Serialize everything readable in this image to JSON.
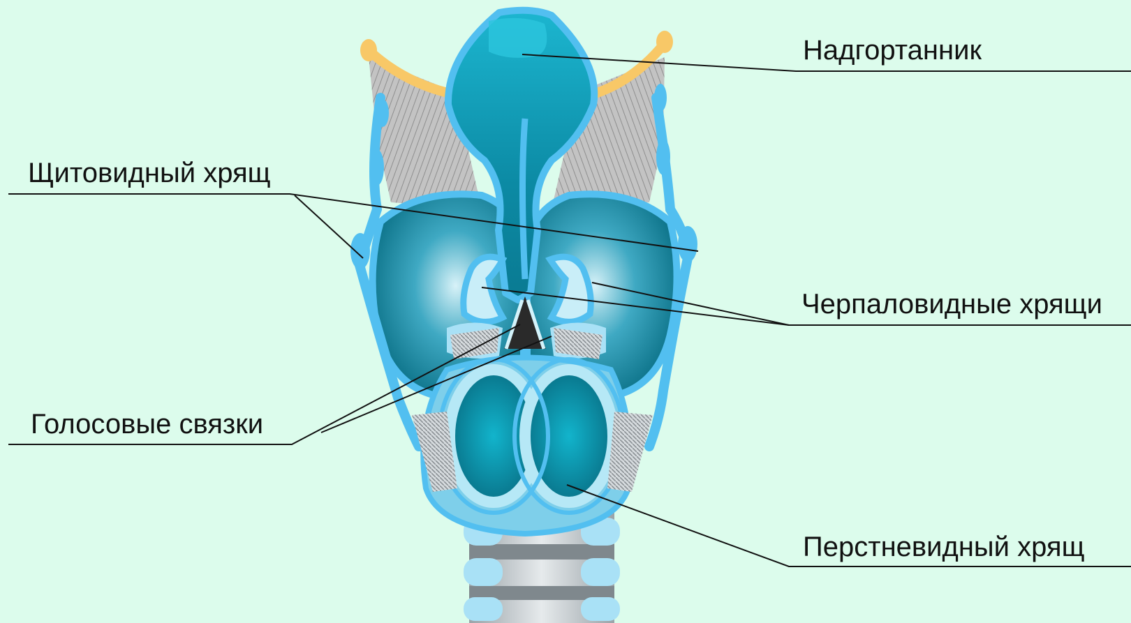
{
  "labels": {
    "epiglottis": "Надгортанник",
    "thyroid": "Щитовидный хрящ",
    "arytenoid": "Черпаловидные хрящи",
    "vocal_cords": "Голосовые связки",
    "cricoid": "Перстневидный хрящ"
  },
  "colors": {
    "background": "#dcfcec",
    "cartilage_light": "#52bff0",
    "cartilage_dark": "#0a7f96",
    "hyoid": "#f8c867",
    "muscle": "#b8b8b8",
    "leader_line": "#111111"
  }
}
